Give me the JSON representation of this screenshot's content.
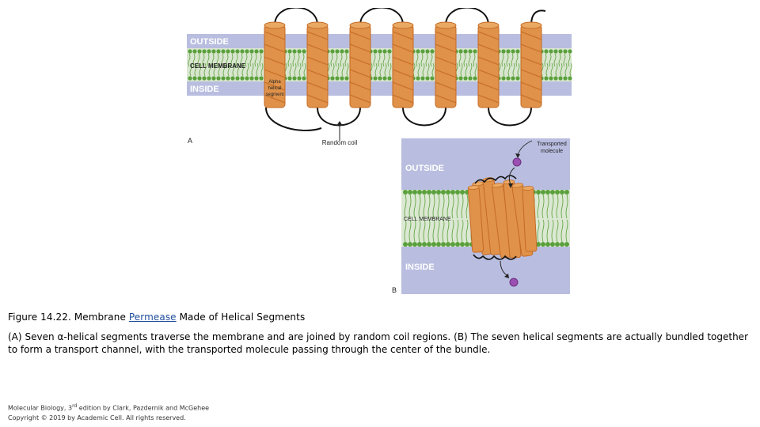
{
  "panel_a": {
    "outside_label": "OUTSIDE",
    "membrane_label": "CELL MEMBRANE",
    "inside_label": "INSIDE",
    "helix_label_line1": "Alpha",
    "helix_label_line2": "helical",
    "helix_label_line3": "segment",
    "random_coil_label": "Random coil",
    "panel_letter": "A",
    "helix_count": 7
  },
  "panel_b": {
    "outside_label": "OUTSIDE",
    "membrane_label": "CELL MEMBRANE",
    "inside_label": "INSIDE",
    "transported_line1": "Transported",
    "transported_line2": "molecule",
    "panel_letter": "B"
  },
  "caption": {
    "title_prefix": "Figure 14.22. Membrane ",
    "title_link": "Permease",
    "title_suffix": " Made of Helical Segments",
    "body": "(A) Seven α-helical segments traverse the membrane and are joined by random coil regions. (B) The seven helical segments are actually bundled together to form a transport channel, with the transported molecule passing through the center of the bundle."
  },
  "footer": {
    "line1_a": "Molecular Biology, 3",
    "line1_sup": "rd",
    "line1_b": " edition by Clark, Pazdernik and  McGehee",
    "line2": "Copyright © 2019 by Academic Cell. All rights reserved."
  },
  "colors": {
    "outside_band": "#b9bee0",
    "inside_band": "#b9bee0",
    "lipid_green": "#5aa03c",
    "helix_orange": "#e0924a",
    "helix_dark": "#c46a24",
    "coil": "#111111",
    "molecule": "#9b4fb0",
    "link": "#1f4e9c"
  }
}
